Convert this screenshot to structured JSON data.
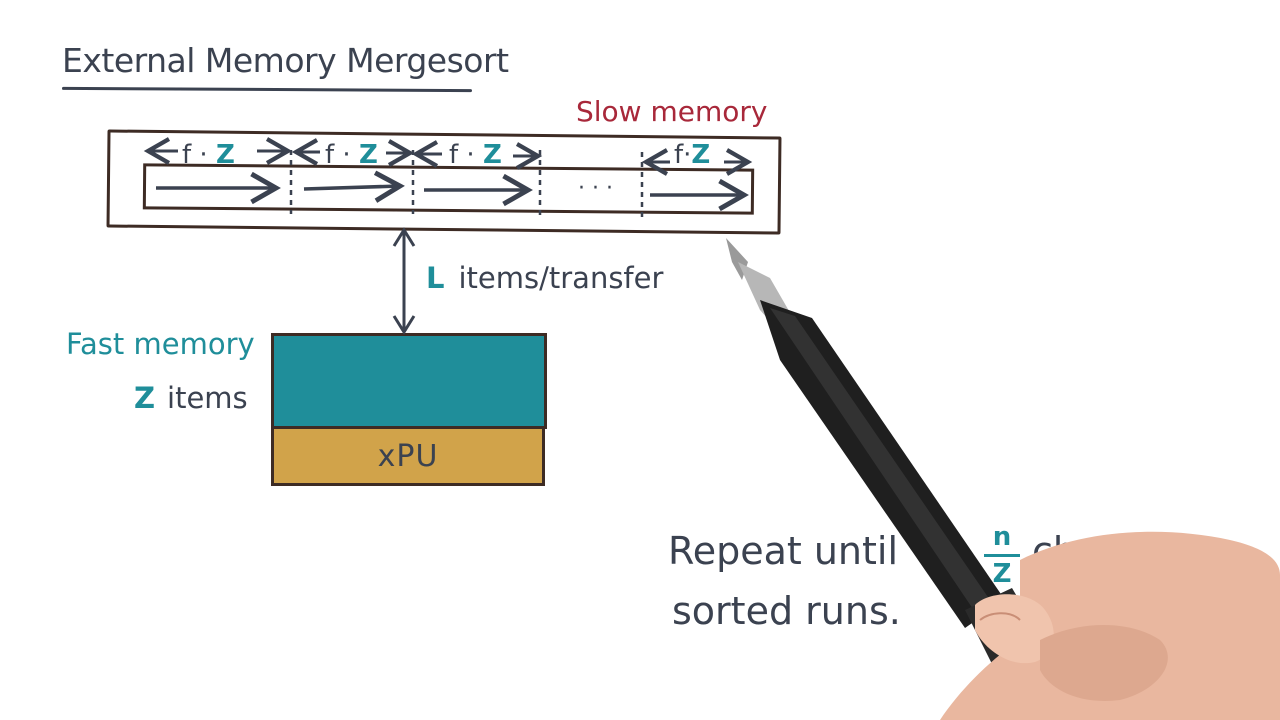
{
  "title": "External Memory Mergesort",
  "slow_memory_label": "Slow memory",
  "chunk_labels": [
    {
      "f": "f ·",
      "z": "Z"
    },
    {
      "f": "f ·",
      "z": "Z"
    },
    {
      "f": "f ·",
      "z": "Z"
    },
    {
      "f": "f·",
      "z": "Z"
    }
  ],
  "ellipsis": "· · ·",
  "transfer_label": {
    "L": "L",
    "text": "items/transfer"
  },
  "fast_memory_label": "Fast memory",
  "fast_memory_size": {
    "z": "Z",
    "text": "items"
  },
  "cpu_label": "xPU",
  "note": {
    "line1": "Repeat until",
    "frac_num": "n",
    "frac_den": "Z",
    "line2": "chunks are",
    "line3": "sorted runs."
  },
  "colors": {
    "ink": "#3b4250",
    "outline": "#3d2b24",
    "teal": "#1f8e9a",
    "slow_red": "#a8283a",
    "cpu_gold": "#d1a34a"
  }
}
